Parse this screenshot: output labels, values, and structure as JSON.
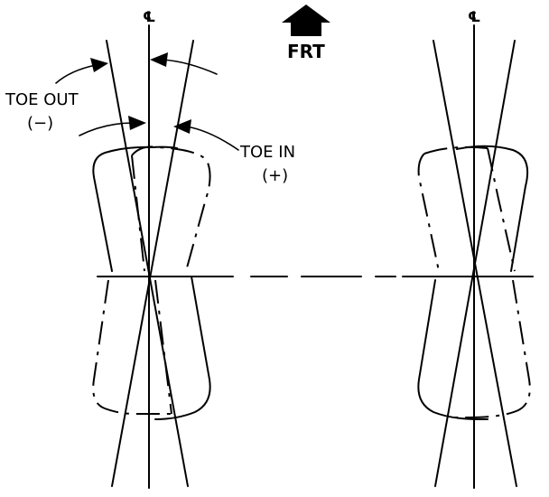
{
  "labels": {
    "frt": "FRT",
    "toe_out_line1": "TOE OUT",
    "toe_out_line2": "(−)",
    "toe_in_line1": "TOE IN",
    "toe_in_line2": "(+)",
    "centerline_left": "℄",
    "centerline_right": "℄"
  }
}
